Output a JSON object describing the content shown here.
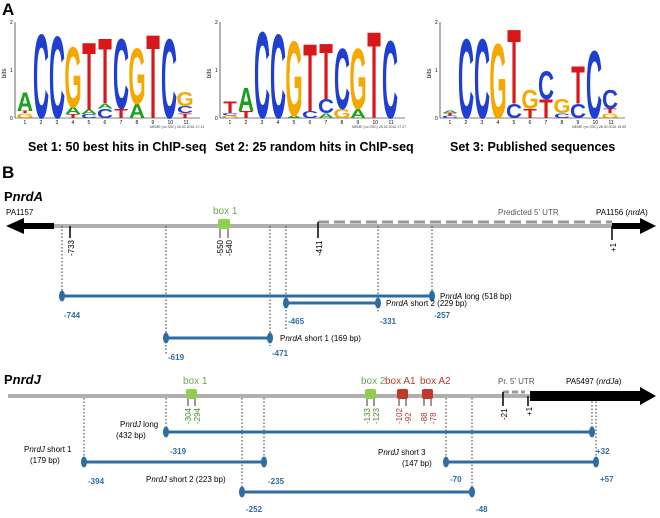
{
  "panel_a": {
    "label": "A",
    "axis_label": "bits",
    "y_ticks": [
      "2",
      "1",
      "0"
    ],
    "logos": [
      {
        "caption": "Set 1: 50 best hits in ChIP-seq",
        "footer": "MEME (no SSC) 26.02.2016 17:13",
        "positions": [
          [
            {
              "l": "G",
              "h": 0.1
            },
            {
              "l": "T",
              "h": 0.05
            },
            {
              "l": "A",
              "h": 0.4
            }
          ],
          [
            {
              "l": "C",
              "h": 1.8
            }
          ],
          [
            {
              "l": "C",
              "h": 1.75
            }
          ],
          [
            {
              "l": "T",
              "h": 0.08
            },
            {
              "l": "A",
              "h": 0.15
            },
            {
              "l": "G",
              "h": 1.3
            }
          ],
          [
            {
              "l": "C",
              "h": 0.08
            },
            {
              "l": "A",
              "h": 0.1
            },
            {
              "l": "T",
              "h": 1.45
            }
          ],
          [
            {
              "l": "C",
              "h": 0.2
            },
            {
              "l": "A",
              "h": 0.1
            },
            {
              "l": "T",
              "h": 1.4
            }
          ],
          [
            {
              "l": "T",
              "h": 0.2
            },
            {
              "l": "C",
              "h": 1.5
            }
          ],
          [
            {
              "l": "A",
              "h": 0.3
            },
            {
              "l": "G",
              "h": 1.2
            }
          ],
          [
            {
              "l": "T",
              "h": 1.8
            }
          ],
          [
            {
              "l": "C",
              "h": 1.7
            }
          ],
          [
            {
              "l": "T",
              "h": 0.1
            },
            {
              "l": "C",
              "h": 0.15
            },
            {
              "l": "G",
              "h": 0.3
            }
          ]
        ]
      },
      {
        "caption": "Set 2: 25 random hits in ChIP-seq",
        "footer": "MEME (no SSC) 26.02.2016 17:27",
        "positions": [
          [
            {
              "l": "G",
              "h": 0.05
            },
            {
              "l": "C",
              "h": 0.05
            },
            {
              "l": "T",
              "h": 0.25
            }
          ],
          [
            {
              "l": "T",
              "h": 0.15
            },
            {
              "l": "A",
              "h": 0.5
            }
          ],
          [
            {
              "l": "C",
              "h": 1.85
            }
          ],
          [
            {
              "l": "C",
              "h": 1.8
            }
          ],
          [
            {
              "l": "A",
              "h": 0.05
            },
            {
              "l": "G",
              "h": 1.6
            }
          ],
          [
            {
              "l": "C",
              "h": 0.15
            },
            {
              "l": "T",
              "h": 1.45
            }
          ],
          [
            {
              "l": "A",
              "h": 0.1
            },
            {
              "l": "C",
              "h": 0.3
            },
            {
              "l": "T",
              "h": 1.2
            }
          ],
          [
            {
              "l": "G",
              "h": 0.2
            },
            {
              "l": "C",
              "h": 1.3
            }
          ],
          [
            {
              "l": "A",
              "h": 0.2
            },
            {
              "l": "G",
              "h": 1.3
            }
          ],
          [
            {
              "l": "T",
              "h": 1.85
            }
          ],
          [
            {
              "l": "C",
              "h": 1.65
            }
          ]
        ]
      },
      {
        "caption": "Set 3: Published sequences",
        "footer": "MEME (no SSC) 26.02.2016 15:55",
        "positions": [
          [
            {
              "l": "C",
              "h": 0.05
            },
            {
              "l": "T",
              "h": 0.05
            },
            {
              "l": "A",
              "h": 0.05
            }
          ],
          [
            {
              "l": "C",
              "h": 1.7
            }
          ],
          [
            {
              "l": "C",
              "h": 1.7
            }
          ],
          [
            {
              "l": "G",
              "h": 1.6
            }
          ],
          [
            {
              "l": "C",
              "h": 0.3
            },
            {
              "l": "T",
              "h": 1.6
            }
          ],
          [
            {
              "l": "T",
              "h": 0.2
            },
            {
              "l": "G",
              "h": 0.4
            }
          ],
          [
            {
              "l": "T",
              "h": 0.4
            },
            {
              "l": "C",
              "h": 0.6
            }
          ],
          [
            {
              "l": "C",
              "h": 0.1
            },
            {
              "l": "G",
              "h": 0.3
            }
          ],
          [
            {
              "l": "C",
              "h": 0.3
            },
            {
              "l": "T",
              "h": 0.8
            }
          ],
          [
            {
              "l": "C",
              "h": 1.45
            }
          ],
          [
            {
              "l": "G",
              "h": 0.1
            },
            {
              "l": "T",
              "h": 0.1
            },
            {
              "l": "C",
              "h": 0.4
            }
          ]
        ]
      }
    ]
  },
  "panel_b": {
    "label": "B",
    "nrdA": {
      "promoter_prefix": "P",
      "promoter_gene": "nrdA",
      "left_gene": "PA1157",
      "right_gene_prefix": "PA1156 (",
      "right_gene_name": "nrdA",
      "right_gene_suffix": ")",
      "utr_label": "Predicted 5’ UTR",
      "tss": "+1",
      "box1": "box 1",
      "box1_start": "-550",
      "box1_end": "-540",
      "mark_733": "-733",
      "mark_411": "-411",
      "segments": [
        {
          "p": "P",
          "g": "nrdA",
          "s": " long (518 bp)",
          "start": "-744",
          "end": "-257"
        },
        {
          "p": "P",
          "g": "nrdA",
          "s": " short 2 (229 bp)",
          "start": "-465",
          "end": "-331"
        },
        {
          "p": "P",
          "g": "nrdA",
          "s": " short 1 (169 bp)",
          "start": "-619",
          "end": "-471"
        }
      ]
    },
    "nrdJ": {
      "promoter_prefix": "P",
      "promoter_gene": "nrdJ",
      "right_gene_prefix": "PA5497 (",
      "right_gene_name": "nrdJa",
      "right_gene_suffix": ")",
      "utr_label": "Pr. 5’ UTR",
      "tss": "+1",
      "mark_21": "-21",
      "box1": "box 1",
      "box1_a": "-304",
      "box1_b": "-294",
      "box2": "box 2",
      "box2_a": "-133",
      "box2_b": "-123",
      "boxA1": "box A1",
      "boxA1_a": "-102",
      "boxA1_b": "-92",
      "boxA2": "box A2",
      "boxA2_a": "-88",
      "boxA2_b": "-78",
      "segments": [
        {
          "p": "P",
          "g": "nrdJ",
          "s": " long",
          "sub": "(432 bp)",
          "start": "-319",
          "end": "+32"
        },
        {
          "p": "P",
          "g": "nrdJ",
          "s": " short 1",
          "sub": "(179 bp)",
          "start": "-394",
          "end": "-235"
        },
        {
          "p": "P",
          "g": "nrdJ",
          "s": " short 3",
          "sub": "(147 bp)",
          "start": "-70",
          "end": "+57"
        },
        {
          "p": "P",
          "g": "nrdJ",
          "s": " short 2 (223 bp)",
          "start": "-252",
          "end": "-48"
        }
      ]
    }
  },
  "colors": {
    "A": "#1aa01a",
    "C": "#1f3fd0",
    "G": "#f5a800",
    "T": "#d81818",
    "genome": "#b0b0b0",
    "segment": "#2e6da4",
    "box_green": "#8fce4f",
    "box_red": "#c0392b"
  }
}
